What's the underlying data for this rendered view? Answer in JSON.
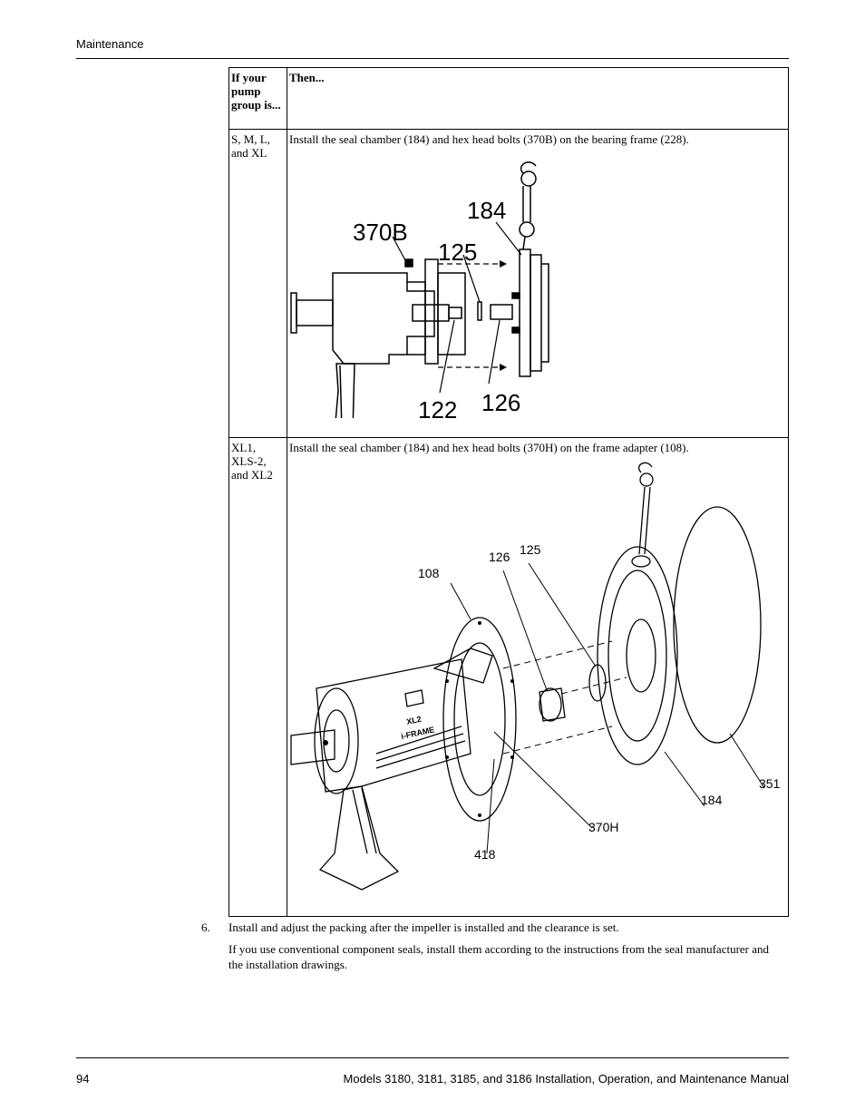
{
  "header": {
    "section": "Maintenance"
  },
  "table": {
    "col1_header": "If your pump group is...",
    "col2_header": "Then...",
    "rows": [
      {
        "group": "S, M, L, and XL",
        "instruction": "Install the seal chamber (184) and hex head bolts (370B) on the bearing frame (228).",
        "figure_labels": [
          "370B",
          "184",
          "125",
          "126",
          "122"
        ]
      },
      {
        "group": "XL1, XLS-2, and XL2",
        "instruction": "Install the seal chamber (184) and hex head bolts (370H) on the frame adapter (108).",
        "figure_labels": [
          "108",
          "126",
          "125",
          "351",
          "184",
          "370H",
          "418",
          "XL2",
          "i-FRAME"
        ]
      }
    ]
  },
  "steps": [
    {
      "number": "6.",
      "text": "Install and adjust the packing after the impeller is installed and the clearance is set.",
      "note": "If you use conventional component seals, install them according to the instructions from the seal manufacturer and the installation drawings."
    }
  ],
  "footer": {
    "page_number": "94",
    "manual_title": "Models 3180, 3181, 3185, and 3186 Installation, Operation, and Maintenance Manual"
  }
}
